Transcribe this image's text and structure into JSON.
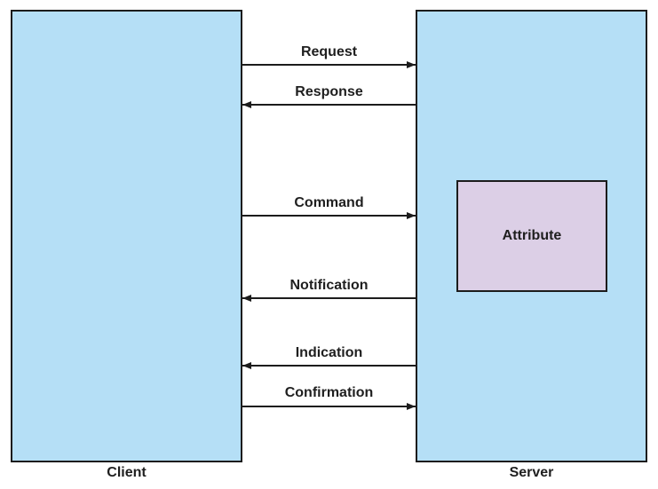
{
  "client": {
    "label": "Client",
    "fill": "#b5dff6"
  },
  "server": {
    "label": "Server",
    "fill": "#b5dff6"
  },
  "attribute": {
    "label": "Attribute",
    "fill": "#dccfe6"
  },
  "messages": [
    {
      "label": "Request",
      "direction": "client-to-server"
    },
    {
      "label": "Response",
      "direction": "server-to-client"
    },
    {
      "label": "Command",
      "direction": "client-to-server"
    },
    {
      "label": "Notification",
      "direction": "server-to-client"
    },
    {
      "label": "Indication",
      "direction": "server-to-client"
    },
    {
      "label": "Confirmation",
      "direction": "client-to-server"
    }
  ]
}
